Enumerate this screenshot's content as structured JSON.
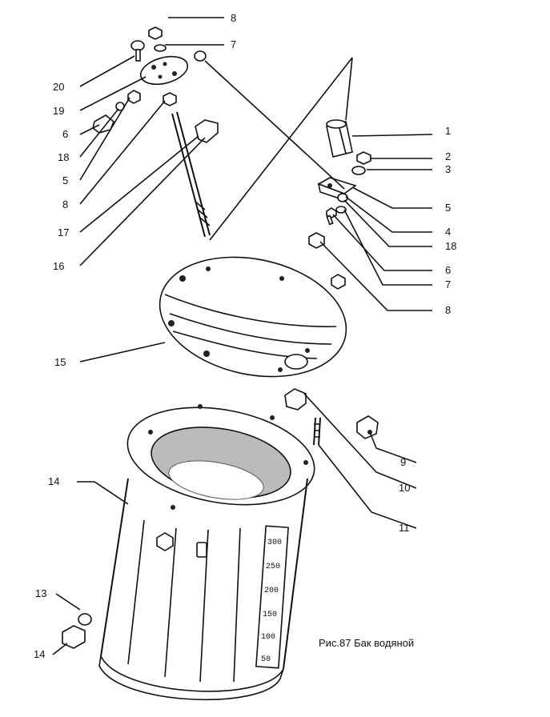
{
  "caption": "Рис.87 Бак водяной",
  "callouts": [
    "8",
    "7",
    "20",
    "19",
    "6",
    "18",
    "5",
    "8",
    "17",
    "16",
    "1",
    "2",
    "3",
    "5",
    "4",
    "18",
    "6",
    "7",
    "8",
    "15",
    "9",
    "10",
    "11",
    "14",
    "13",
    "14"
  ],
  "scale_marks": [
    "300",
    "250",
    "200",
    "150",
    "100",
    "50"
  ],
  "colors": {
    "ink": "#111111",
    "paper": "#ffffff"
  }
}
